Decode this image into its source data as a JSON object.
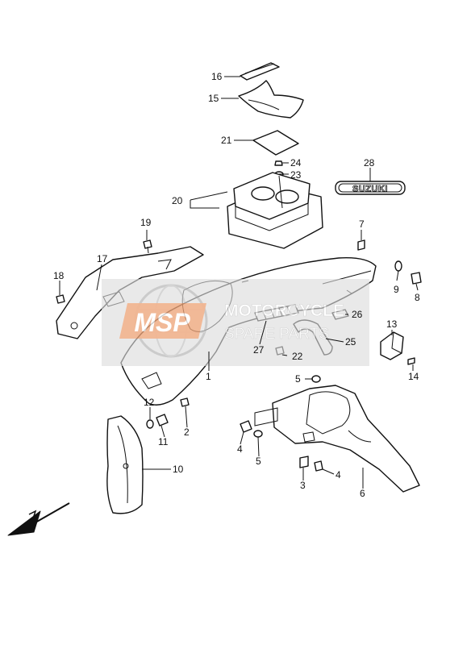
{
  "watermark": {
    "logo_text": "MSP",
    "line1": "MOTORCYCLE",
    "line2": "SPARE PARTS",
    "logo_color": "#f0a070",
    "band_color": "#dcdcdc"
  },
  "badge_text": "SUZUKI",
  "callouts": {
    "c1": "1",
    "c2": "2",
    "c3": "3",
    "c4a": "4",
    "c4b": "4",
    "c5a": "5",
    "c5b": "5",
    "c6": "6",
    "c7": "7",
    "c8": "8",
    "c9": "9",
    "c10": "10",
    "c11": "11",
    "c12": "12",
    "c13": "13",
    "c14": "14",
    "c15": "15",
    "c16": "16",
    "c17": "17",
    "c18": "18",
    "c19": "19",
    "c20": "20",
    "c21": "21",
    "c22": "22",
    "c23": "23",
    "c24": "24",
    "c25": "25",
    "c26": "26",
    "c27": "27",
    "c28": "28"
  },
  "direction_arrow_icon": "arrow-down-left-icon"
}
